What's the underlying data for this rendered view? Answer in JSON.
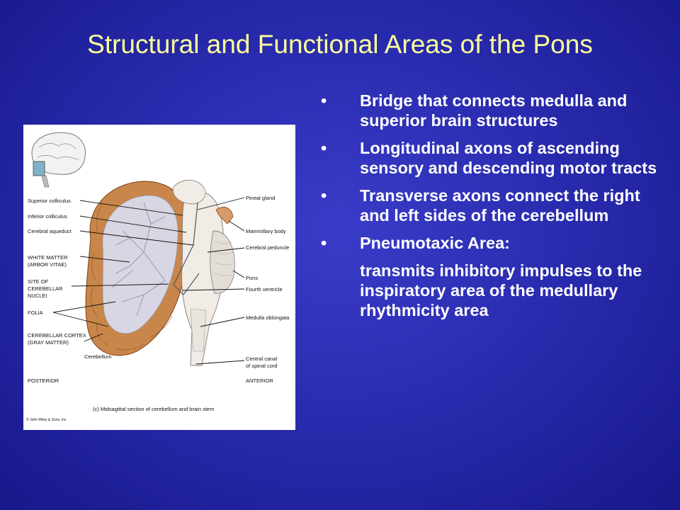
{
  "slide": {
    "title": "Structural and Functional Areas of the Pons",
    "bullet_symbol": "•",
    "bullets": [
      "Bridge that connects medulla and superior brain structures",
      "Longitudinal axons of ascending sensory and descending motor tracts",
      "Transverse axons connect the right and left sides of the cerebellum",
      "Pneumotaxic Area:"
    ],
    "subtext": "transmits inhibitory impulses to the inspiratory area of the medullary rhythmicity area"
  },
  "figure": {
    "labels_left": [
      "Superior colliculus",
      "Inferior colliculus",
      "Cerebral aqueduct",
      "WHITE MATTER",
      "(ARBOR VITAE)",
      "SITE OF",
      "CEREBELLAR",
      "NUCLEI",
      "FOLIA",
      "CEREBELLAR CORTEX",
      "(GRAY MATTER)",
      "Cerebellum",
      "POSTERIOR"
    ],
    "labels_right": [
      "Pineal gland",
      "Mammillary body",
      "Cerebral peduncle",
      "Pons",
      "Fourth ventricle",
      "Medulla oblongata",
      "Central canal",
      "of spinal cord",
      "ANTERIOR"
    ],
    "caption": "(c) Midsagittal section of cerebellum and brain stem",
    "copyright": "© John Wiley & Sons, Inc."
  }
}
